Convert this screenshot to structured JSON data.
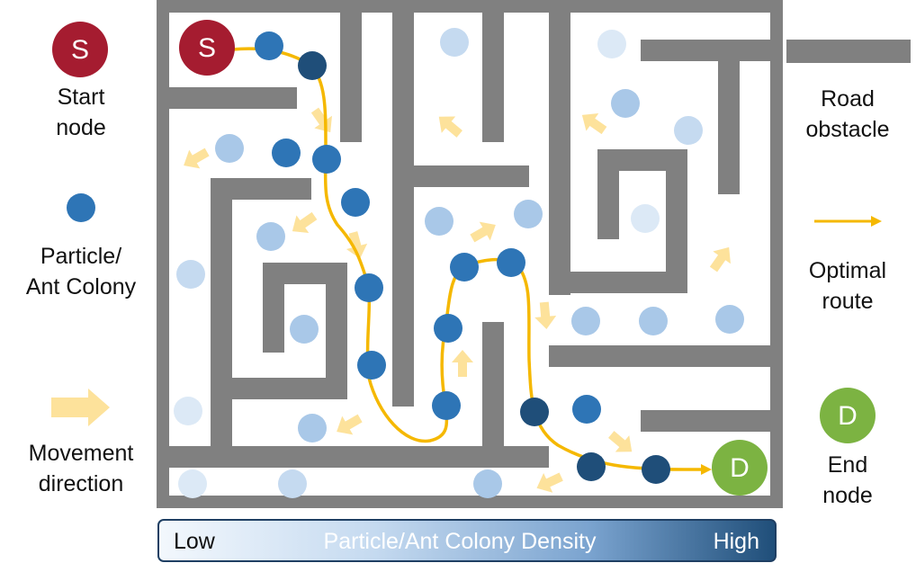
{
  "legend": {
    "start_letter": "S",
    "start_label_1": "Start",
    "start_label_2": "node",
    "particle_label_1": "Particle/",
    "particle_label_2": "Ant Colony",
    "movement_label_1": "Movement",
    "movement_label_2": "direction",
    "obstacle_label_1": "Road",
    "obstacle_label_2": "obstacle",
    "route_label_1": "Optimal",
    "route_label_2": "route",
    "end_letter": "D",
    "end_label_1": "End",
    "end_label_2": "node"
  },
  "maze": {
    "start_letter": "S",
    "end_letter": "D"
  },
  "density_bar": {
    "low": "Low",
    "title": "Particle/Ant Colony Density",
    "high": "High"
  },
  "colors": {
    "wall": "#808080",
    "start": "#a51c30",
    "end": "#7cb342",
    "route": "#f5b800",
    "arrow": "#fde29b",
    "density_low": "#dce9f6",
    "density_mid": "#a9c8e8",
    "density_high": "#2e75b6",
    "density_max": "#1f4e79"
  }
}
